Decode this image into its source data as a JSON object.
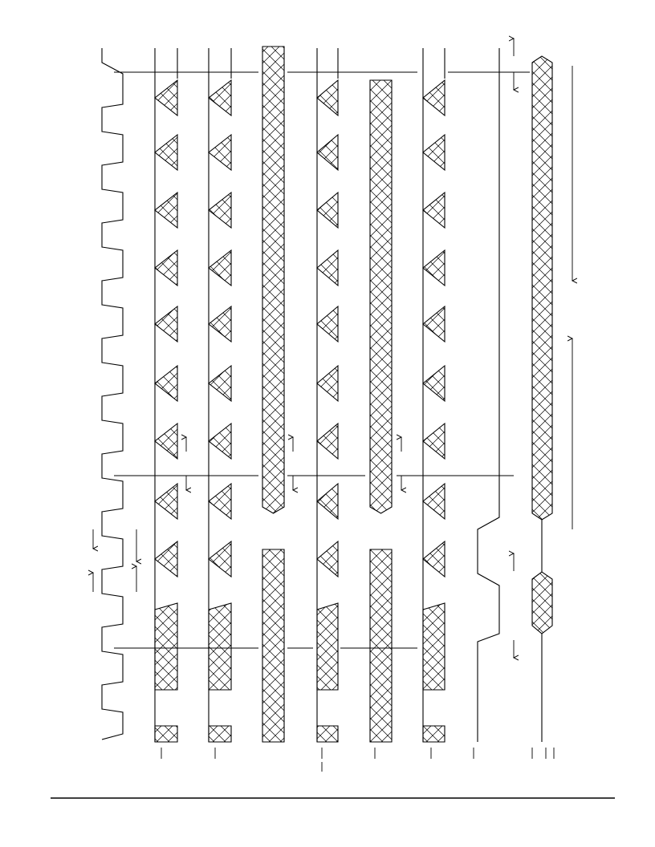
{
  "diagram": {
    "kind": "timing-diagram",
    "orientation": "rotated-90",
    "signals": [
      {
        "id": "clock",
        "style": "clock"
      },
      {
        "id": "bus-a",
        "style": "bus-periodic"
      },
      {
        "id": "bus-b",
        "style": "bus-periodic"
      },
      {
        "id": "bus-c",
        "style": "bus-continuous"
      },
      {
        "id": "bus-d",
        "style": "bus-periodic"
      },
      {
        "id": "bus-e",
        "style": "bus-continuous"
      },
      {
        "id": "bus-f",
        "style": "bus-periodic"
      },
      {
        "id": "control-strobe",
        "style": "level"
      },
      {
        "id": "data-window",
        "style": "bus-window"
      }
    ],
    "text_labels": []
  },
  "colors": {
    "ink": "#000000",
    "paper": "#ffffff"
  }
}
